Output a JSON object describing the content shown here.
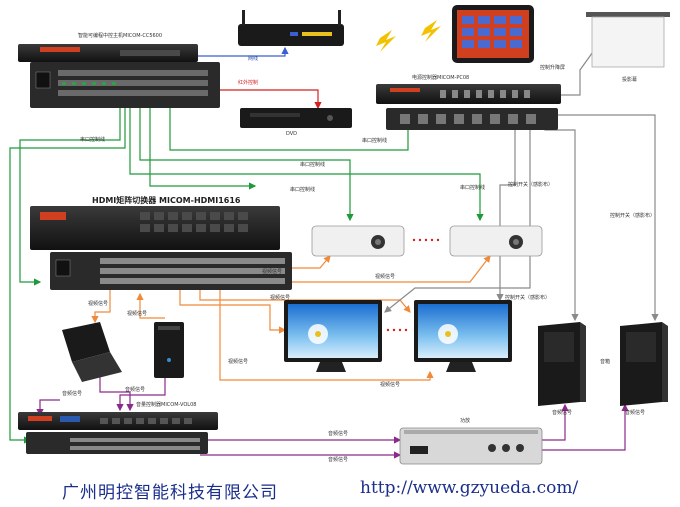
{
  "labels": {
    "ir_receiver": "智能可编程中控主机MICOM-CC5600",
    "network": "网线",
    "ir_control": "红外控制",
    "dvd": "DVD",
    "power_controller": "电源控制器MICOM-PC08",
    "control_screen": "控制升降屏",
    "projection_screen": "投影幕",
    "serial_control_1": "串口控制线",
    "serial_control_2": "串口控制线",
    "serial_control_3": "串口控制线",
    "serial_control_4": "串口控制线",
    "serial_control_5": "串口控制线",
    "matrix": "HDMI矩阵切换器 MICOM-HDMI1616",
    "video_signal_1": "视频信号",
    "video_signal_2": "视频信号",
    "video_signal_3": "视频信号",
    "video_signal_4": "视频信号",
    "video_signal_5": "视频信号",
    "video_signal_6": "视频信号",
    "video_signal_7": "视频信号",
    "control_switch_1": "控制开关（感影布）",
    "control_switch_2": "控制开关（感影布）",
    "control_switch_3": "控制开关（感影布）",
    "audio_signal_1": "音频信号",
    "audio_signal_2": "音频信号",
    "audio_signal_3": "音频信号",
    "audio_signal_4": "音频信号",
    "audio_signal_5": "音频信号",
    "audio_signal_6": "音频信号",
    "volume_controller": "音量控制器MICOM-VOL08",
    "amplifier": "功放",
    "speaker": "音箱"
  },
  "footer": {
    "company": "广州明控智能科技有限公司",
    "url": "http://www.gzyueda.com/"
  },
  "colors": {
    "serial": "#1f9a3a",
    "video": "#ef8a3a",
    "ir": "#d42020",
    "network": "#3a5fd0",
    "control": "#8a8a8a",
    "audio": "#8a2a8a",
    "footer": "#1a2e8c"
  }
}
